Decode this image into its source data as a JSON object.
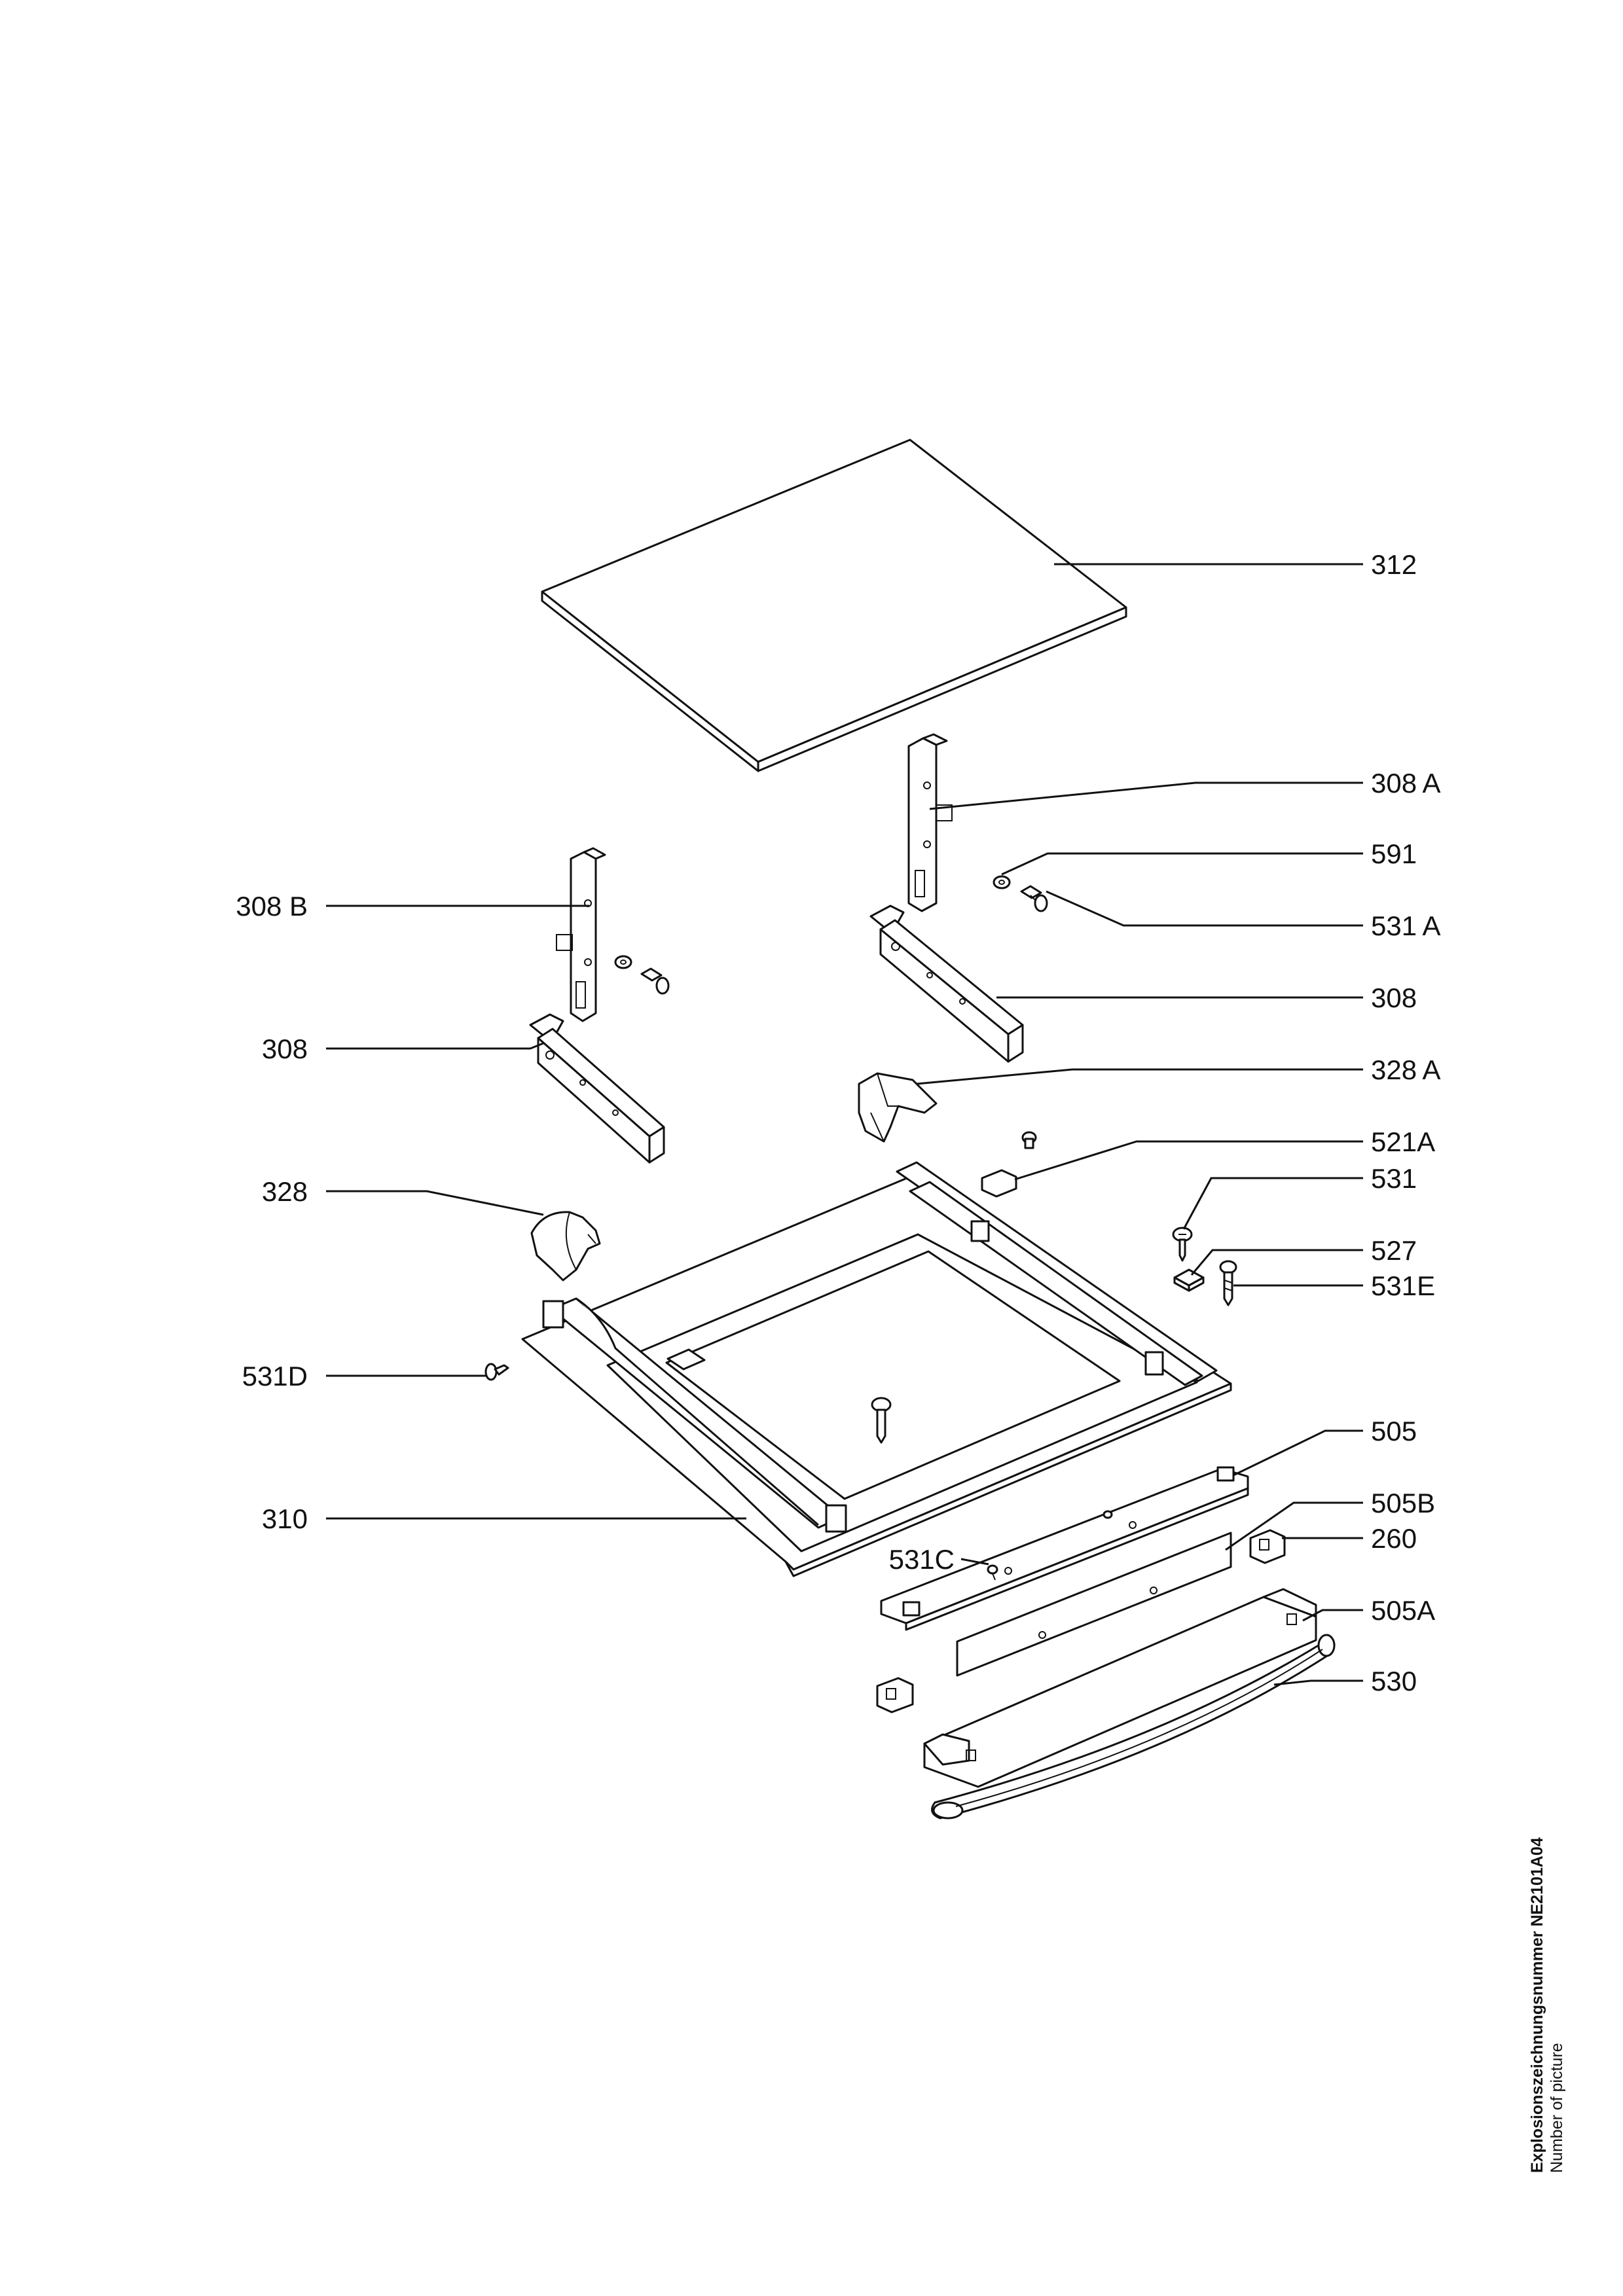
{
  "labels": {
    "p312": "312",
    "p308a": "308 A",
    "p591": "591",
    "p531a": "531 A",
    "p308_right": "308",
    "p328a": "328 A",
    "p521a": "521A",
    "p531": "531",
    "p527": "527",
    "p531e": "531E",
    "p505": "505",
    "p505b": "505B",
    "p260": "260",
    "p505a": "505A",
    "p530": "530",
    "p308b": "308 B",
    "p308_left": "308",
    "p328": "328",
    "p531d": "531D",
    "p310": "310",
    "p531c": "531C"
  },
  "caption": {
    "line1": "Explosionszeichnungsnummer NE2101A04",
    "line2": "Number of picture"
  }
}
